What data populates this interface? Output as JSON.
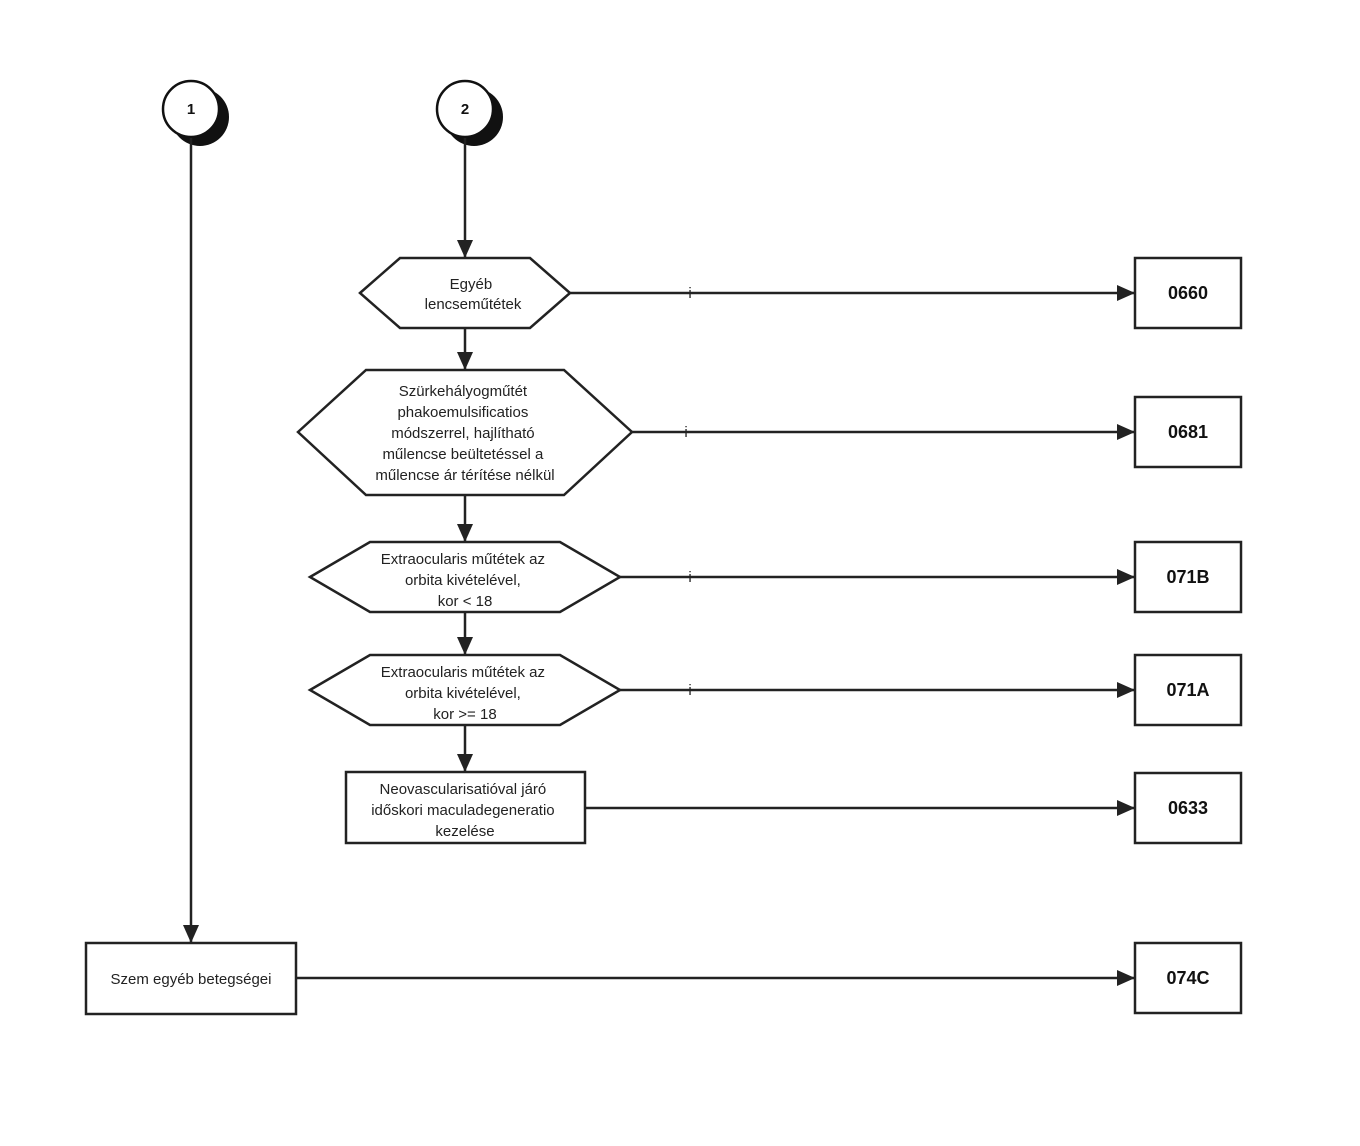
{
  "connectors": [
    {
      "id": "c1",
      "label": "1"
    },
    {
      "id": "c2",
      "label": "2"
    }
  ],
  "nodes": [
    {
      "id": "d1",
      "shape": "hexagon",
      "lines": [
        "Egyéb",
        "lencseműtétek"
      ]
    },
    {
      "id": "d2",
      "shape": "hexagon",
      "lines": [
        "Szürkehályogműtét",
        "phakoemulsificatios",
        "módszerrel, hajlítható",
        "műlencse beültetéssel a",
        "műlencse ár térítése nélkül"
      ]
    },
    {
      "id": "d3",
      "shape": "hexagon",
      "lines": [
        "Extraocularis műtétek az",
        "orbita  kivételével,",
        "kor < 18"
      ]
    },
    {
      "id": "d4",
      "shape": "hexagon",
      "lines": [
        "Extraocularis műtétek az",
        "orbita  kivételével,",
        "kor >= 18"
      ]
    },
    {
      "id": "b5",
      "shape": "box",
      "lines": [
        "Neovascularisatióval járó",
        "időskori maculadegeneratio",
        "kezelése"
      ]
    },
    {
      "id": "b6",
      "shape": "box",
      "lines": [
        "Szem egyéb betegségei"
      ]
    }
  ],
  "outcomes": [
    {
      "from": "d1",
      "code": "0660",
      "edge_label": "i"
    },
    {
      "from": "d2",
      "code": "0681",
      "edge_label": "i"
    },
    {
      "from": "d3",
      "code": "071B",
      "edge_label": "i"
    },
    {
      "from": "d4",
      "code": "071A",
      "edge_label": "i"
    },
    {
      "from": "b5",
      "code": "0633",
      "edge_label": ""
    },
    {
      "from": "b6",
      "code": "074C",
      "edge_label": ""
    }
  ]
}
